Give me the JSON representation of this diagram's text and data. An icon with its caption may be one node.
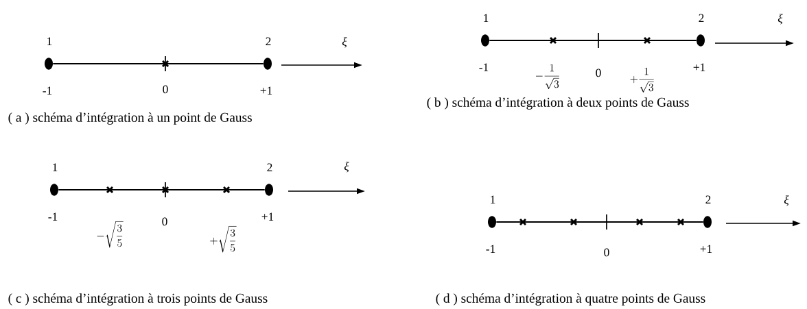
{
  "diagram": {
    "nodes": [
      {
        "text": [
          "1"
        ],
        "beside": [
          "-1"
        ]
      },
      {
        "text": [
          "2"
        ],
        "beside": [
          "+1"
        ]
      },
      {
        "text": [
          "1"
        ],
        "beside": [
          "-1"
        ]
      },
      {
        "text": [
          "2"
        ],
        "beside": [
          "+1"
        ]
      },
      {
        "text": [
          "1"
        ],
        "beside": [
          "-1"
        ]
      },
      {
        "text": [
          "2"
        ],
        "beside": [
          "+1"
        ]
      },
      {
        "text": [
          "1"
        ],
        "beside": [
          "-1"
        ]
      },
      {
        "text": [
          "2"
        ],
        "beside": [
          "+1"
        ]
      }
    ],
    "edges": [
      {
        "from": 0,
        "to": 1,
        "arrow": "none"
      },
      {
        "from": 2,
        "to": 3,
        "arrow": "none"
      },
      {
        "from": 4,
        "to": 5,
        "arrow": "none"
      },
      {
        "from": 6,
        "to": 7,
        "arrow": "none"
      }
    ],
    "labels": [
      "ξ",
      "0",
      "( a ) schéma d’intégration à un point de Gauss",
      "ξ",
      "-\\frac{1}{\\sqrt{3}}",
      "0",
      "+\\frac{1}{\\sqrt{3}}",
      "( b ) schéma d’intégration à deux points de Gauss",
      "ξ",
      "-\\sqrt{\\frac{3}{5}}",
      "0",
      "+\\sqrt{\\frac{3}{5}}",
      "( c ) schéma d’intégration à trois points de Gauss",
      "ξ",
      "0",
      "( d ) schéma d’intégration à quatre points de Gauss"
    ]
  }
}
